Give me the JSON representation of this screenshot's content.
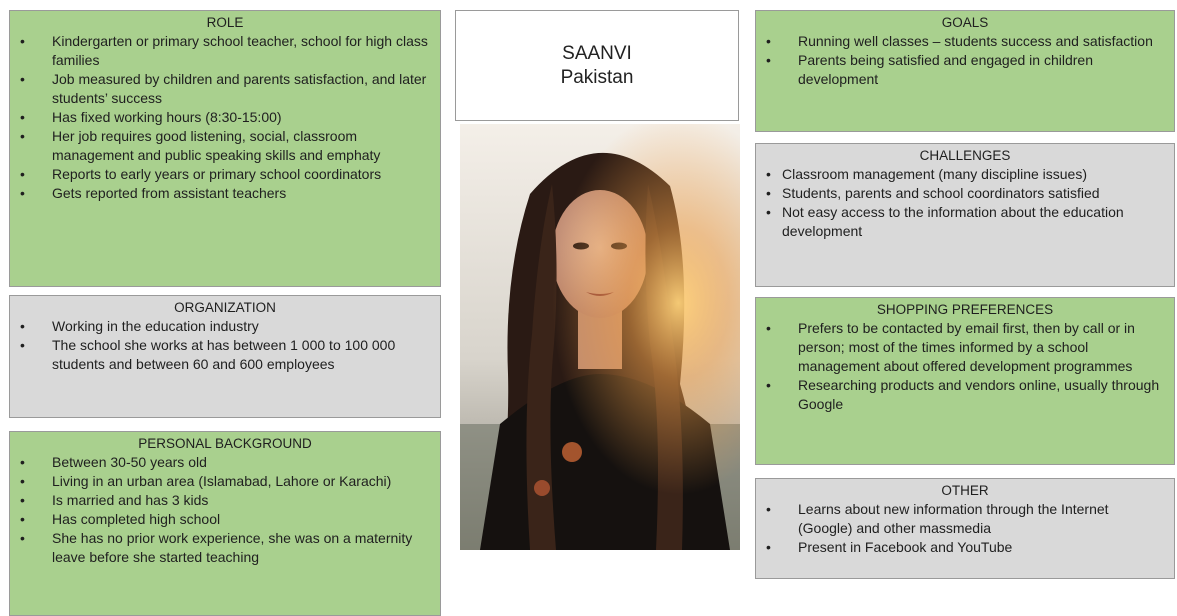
{
  "persona": {
    "name": "SAANVI",
    "country": "Pakistan"
  },
  "role": {
    "title": "ROLE",
    "items": [
      "Kindergarten or primary school teacher, school for high class families",
      "Job measured by children and parents satisfaction, and later students’ success",
      "Has fixed working hours (8:30-15:00)",
      "Her job requires good listening, social, classroom management and public speaking skills and emphaty",
      "Reports to early years or primary school coordinators",
      "Gets reported from assistant teachers"
    ]
  },
  "organization": {
    "title": "ORGANIZATION",
    "items": [
      "Working in the education industry",
      "The school she works at has between 1 000 to 100 000 students and between 60 and 600 employees"
    ]
  },
  "personal_background": {
    "title": "PERSONAL BACKGROUND",
    "items": [
      "Between 30-50 years old",
      "Living in an urban area (Islamabad, Lahore or Karachi)",
      "Is married and has 3 kids",
      "Has completed high school",
      "She has no prior work experience, she was on a maternity leave before she started teaching"
    ]
  },
  "goals": {
    "title": "GOALS",
    "items": [
      "Running well classes – students success and satisfaction",
      "Parents being satisfied and engaged in children development"
    ]
  },
  "challenges": {
    "title": "CHALLENGES",
    "items": [
      "Classroom management (many discipline issues)",
      "Students, parents and school coordinators satisfied",
      "Not easy access to the information about the education development"
    ]
  },
  "shopping_preferences": {
    "title": "SHOPPING PREFERENCES",
    "items": [
      "Prefers to be contacted by email first, then by call or in person; most of the times informed by a school management about offered development programmes",
      "Researching products and vendors online, usually through Google"
    ]
  },
  "other": {
    "title": "OTHER",
    "items": [
      "Learns about new information through the Internet (Google) and other massmedia",
      "Present in Facebook and YouTube"
    ]
  },
  "colors": {
    "green_box": "#a9d08e",
    "grey_box": "#d9d9d9",
    "border": "#9a9a9a"
  }
}
